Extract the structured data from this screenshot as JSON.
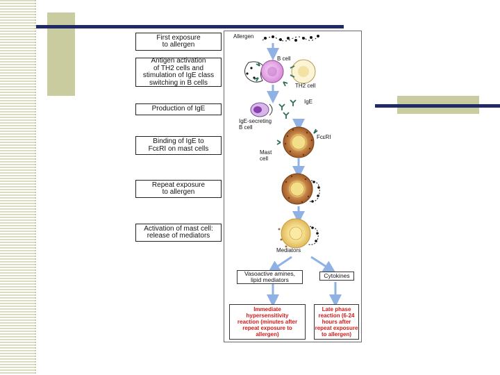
{
  "steps": [
    "First exposure\nto allergen",
    "Antigen activation\nof TH2 cells and\nstimulation of IgE class\nswitching in B cells",
    "Production of IgE",
    "Binding of IgE to\nFcεRI on mast cells",
    "Repeat exposure\nto allergen",
    "Activation of mast cell:\nrelease of mediators"
  ],
  "labels": {
    "allergen": "Allergen",
    "b_cell": "B cell",
    "th2_cell": "TH2 cell",
    "ige": "IgE",
    "ige_secreting": "IgE-secreting\nB cell",
    "fceri": "FcεRI",
    "mast_cell": "Mast\ncell",
    "mediators": "Mediators"
  },
  "outcomes": {
    "vasoactive": "Vasoactive amines,\nlipid mediators",
    "cytokines": "Cytokines",
    "immediate": "Immediate\nhypersensitivity\nreaction (minutes after\nrepeat exposure to\nallergen)",
    "late": "Late phase\nreaction (6-24\nhours after\nrepeat exposure\nto allergen)"
  },
  "colors": {
    "navy": "#1f2a66",
    "olive": "#c9cc9e",
    "arrow": "#8fb1e3",
    "mast": "#b7743c",
    "mast_core": "#f3df8a",
    "bcell": "#e4a8e6",
    "red_text": "#d11a1a"
  }
}
